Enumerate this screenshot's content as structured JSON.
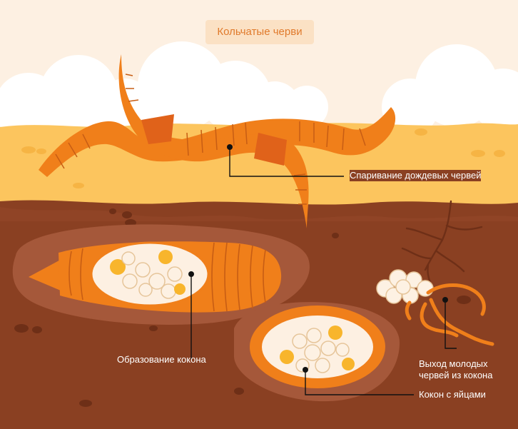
{
  "title": "Кольчатые черви",
  "labels": {
    "mating": "Спаривание дождевых червей",
    "cocoon_formation": "Образование кокона",
    "young_exit_line1": "Выход молодых",
    "young_exit_line2": "червей из кокона",
    "cocoon_with_eggs": "Кокон с яйцами"
  },
  "colors": {
    "sky": "#fdf0e2",
    "clouds": "#ffffff",
    "topsoil": "#fcc55e",
    "soil": "#8a4022",
    "burrow": "#a5583a",
    "worm": "#f07f1a",
    "clitellum": "#e0621a",
    "egg": "#fdf1e3",
    "egg_yolk": "#f8b52c"
  }
}
